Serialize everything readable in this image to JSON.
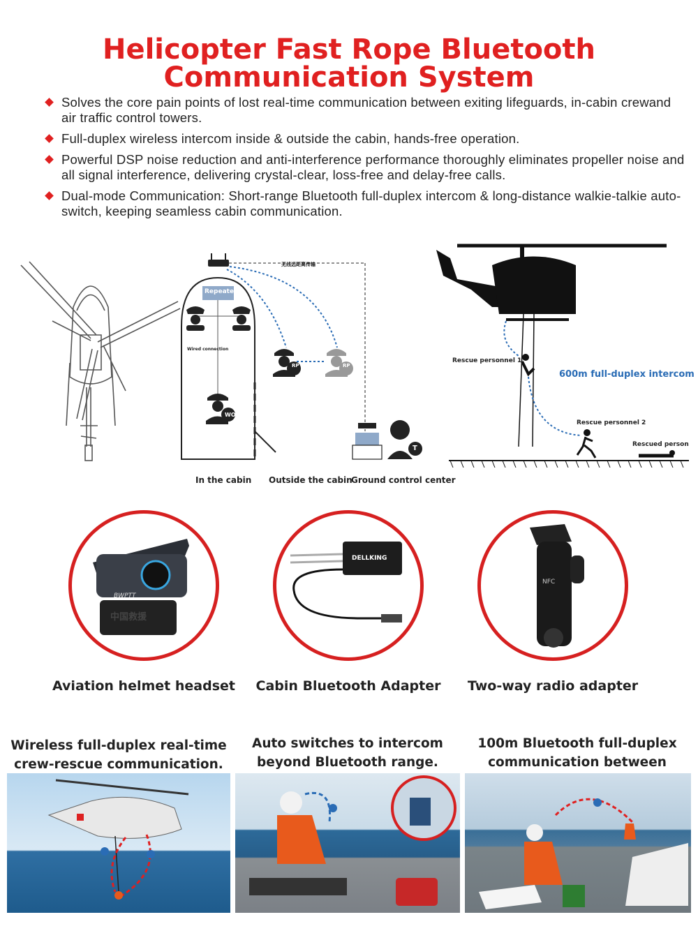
{
  "title": {
    "line1": "Helicopter Fast Rope Bluetooth",
    "line2": "Communication System"
  },
  "bullets": [
    "Solves the core pain points of lost real-time communication between exiting lifeguards, in-cabin crewand air traffic control towers.",
    "Full-duplex wireless intercom inside & outside the cabin, hands-free operation.",
    "Powerful DSP noise reduction and anti-interference performance thoroughly eliminates propeller noise and all signal interference, delivering crystal-clear, loss-free and delay-free calls.",
    "Dual-mode Communication: Short-range Bluetooth full-duplex intercom & long-distance walkie-talkie auto-switch, keeping seamless cabin communication."
  ],
  "diagram": {
    "repeater_label": "Repeater",
    "wired_label": "Wired connection",
    "cn_label": "无线远距离传输",
    "wo_badge": "WO",
    "rp_badge": "RP",
    "t_badge": "T",
    "in_cabin": "In the cabin",
    "outside_cabin": "Outside the cabin",
    "ground_center": "Ground control center",
    "rescue1": "Rescue personnel 1",
    "rescue2": "Rescue personnel 2",
    "rescued": "Rescued person",
    "intercom": "600m full-duplex intercom"
  },
  "products": [
    {
      "label": "Aviation helmet headset",
      "brand": "BWPTT",
      "cn_text": "中国救援"
    },
    {
      "label": "Cabin Bluetooth Adapter",
      "brand": "DELLKING"
    },
    {
      "label": "Two-way radio adapter",
      "nfc": "NFC"
    }
  ],
  "photos": [
    {
      "caption_line1": "Wireless full-duplex real-time",
      "caption_line2": "crew-rescue communication."
    },
    {
      "caption_line1": "Auto switches to intercom",
      "caption_line2": "beyond Bluetooth range."
    },
    {
      "caption_line1": "100m Bluetooth full-duplex",
      "caption_line2": "communication between lifeguards"
    }
  ],
  "colors": {
    "title_red": "#e02020",
    "accent_blue": "#2a6cb5",
    "circle_red": "#d62020"
  },
  "icons": [
    "bluetooth-icon",
    "router-icon",
    "helmet-worker-icon",
    "pilot-icon",
    "helicopter-icon"
  ]
}
